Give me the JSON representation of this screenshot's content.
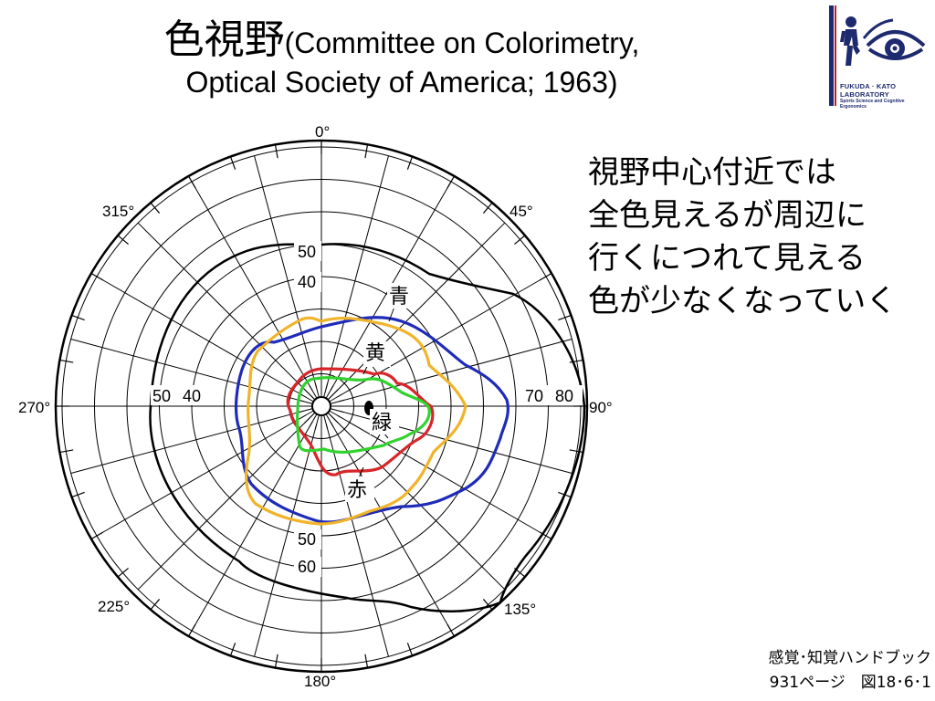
{
  "title": {
    "main": "色視野",
    "paren": "(Committee on Colorimetry,",
    "line2": "Optical Society of America; 1963)"
  },
  "logo": {
    "line1": "FUKUDA · KATO LABORATORY",
    "line2": "Sports Science and Cognitive Ergonomics",
    "colors": {
      "navy": "#1e2a6e",
      "red": "#c0202a"
    },
    "icon": "figure-and-eye-logo"
  },
  "caption": "視野中心付近では\n全色見えるが周辺に\n行くにつれて見える\n色が少なくなっていく",
  "source": {
    "line1": "感覚･知覚ハンドブック",
    "line2": "931ページ　図18･6･1"
  },
  "diagram": {
    "angle_labels": {
      "a0": "0°",
      "a45": "45°",
      "a90": "90°",
      "a135": "135°",
      "a180": "180°",
      "a225": "225°",
      "a270": "270°",
      "a315": "315°"
    },
    "radius_labels": {
      "up50": "50",
      "up40": "40",
      "left50": "50",
      "left40": "40",
      "right70": "70",
      "right80": "80",
      "down50": "50",
      "down60": "60"
    },
    "color_labels": {
      "blue": "青",
      "yellow": "黄",
      "green": "緑",
      "red": "赤"
    },
    "colors": {
      "blue": "#1f2bb8",
      "yellow": "#f0b42a",
      "red": "#d8262a",
      "green": "#32d22e"
    }
  }
}
